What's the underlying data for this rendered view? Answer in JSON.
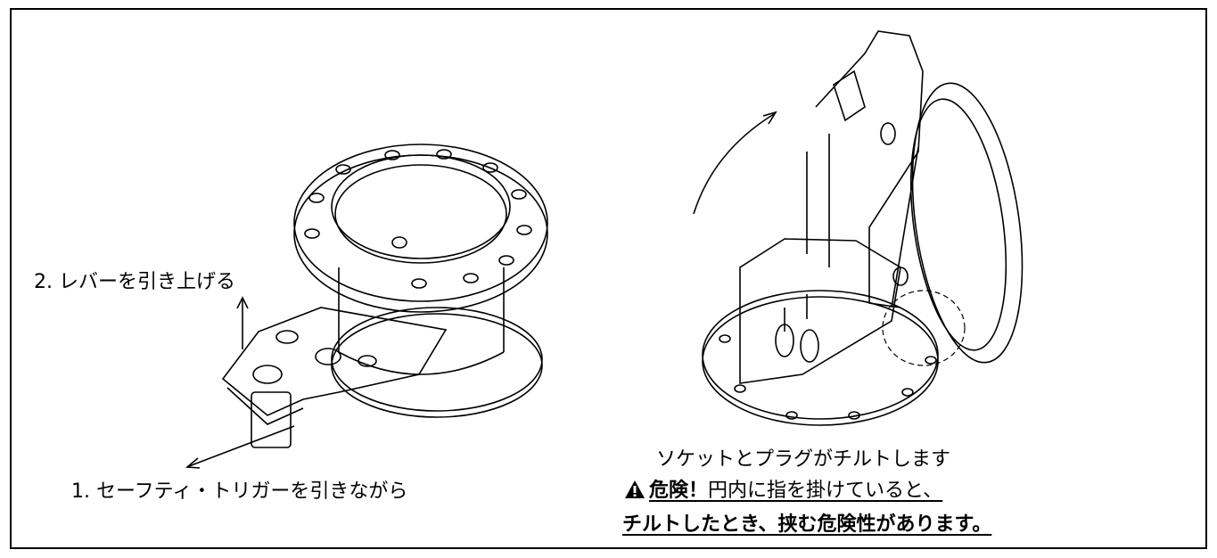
{
  "labels": {
    "step2": "2. レバーを引き上げる",
    "step1": "1. セーフティ・トリガーを引きながら",
    "tilt_note": "ソケットとプラグがチルトします",
    "warning_line1_bold": "危険！",
    "warning_line1_rest": "円内に指を掛けていると、",
    "warning_line2_a": "チルトしたとき、挟む",
    "warning_line2_bold": "危険性",
    "warning_line2_b": "があります。"
  },
  "icons": {
    "warning": "warning-triangle-icon"
  },
  "colors": {
    "line": "#000000",
    "background": "#ffffff"
  }
}
